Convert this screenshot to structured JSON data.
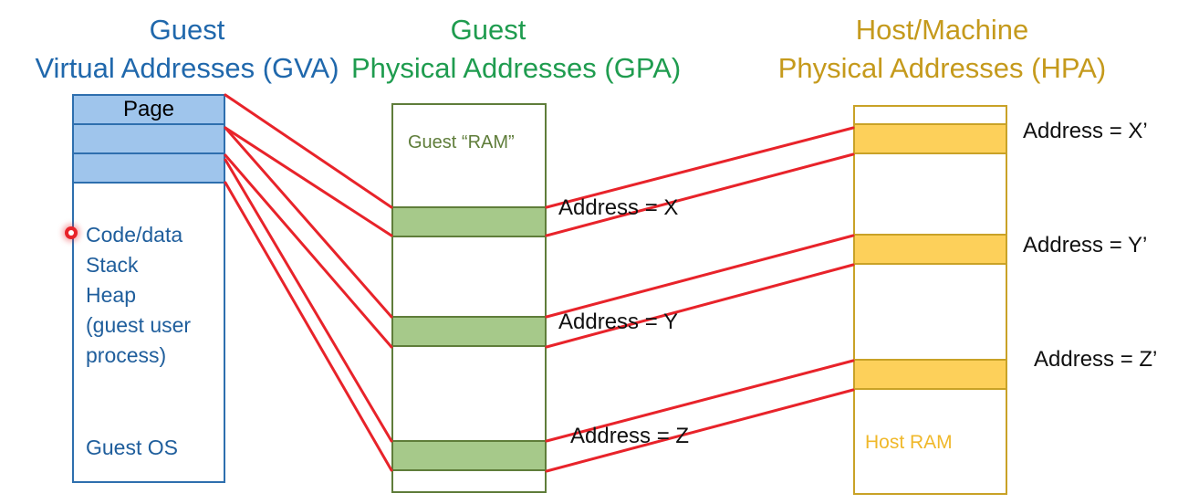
{
  "gva": {
    "heading_line1": "Guest",
    "heading_line2": "Virtual Addresses (GVA)",
    "page_label": "Page",
    "contents": [
      "Code/data",
      "Stack",
      "Heap",
      "(guest user",
      "process)"
    ],
    "os_label": "Guest OS"
  },
  "gpa": {
    "heading_line1": "Guest",
    "heading_line2": "Physical Addresses (GPA)",
    "ram_label": "Guest “RAM”",
    "addresses": [
      "Address = X",
      "Address = Y",
      "Address = Z"
    ]
  },
  "hpa": {
    "heading_line1": "Host/Machine",
    "heading_line2": "Physical Addresses (HPA)",
    "ram_label": "Host RAM",
    "addresses": [
      "Address = X’",
      "Address = Y’",
      "Address = Z’"
    ]
  },
  "colors": {
    "gva_accent": "#2068ac",
    "gpa_accent": "#1f9c4f",
    "hpa_accent": "#c59a1c",
    "mapping_line": "#e8232a"
  }
}
